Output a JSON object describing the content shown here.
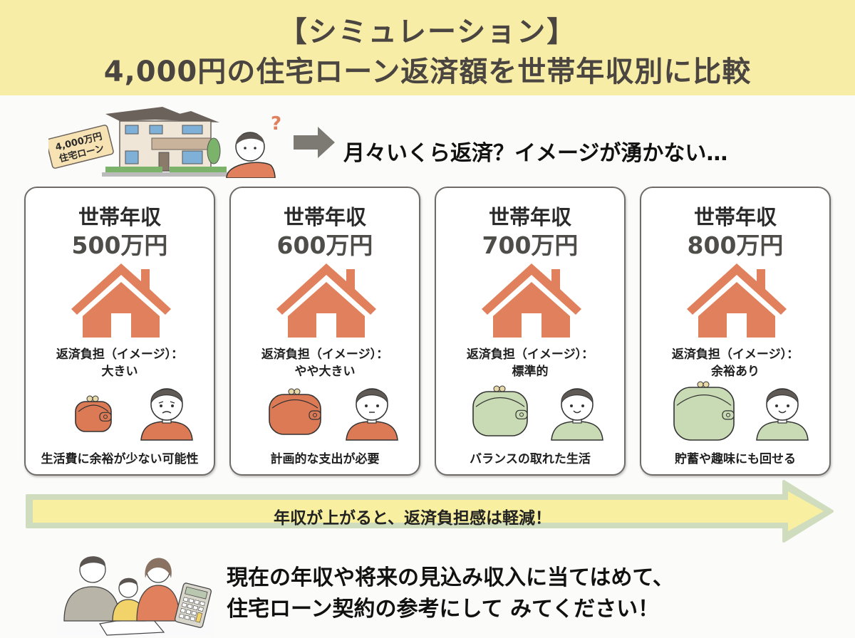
{
  "header": {
    "subtitle": "【シミュレーション】",
    "title": "4,000円の住宅ローン返済額を世帯年収別に比較"
  },
  "intro": {
    "price_tag_line1": "4,000万円",
    "price_tag_line2": "住宅ローン",
    "question_mark": "?",
    "message": "月々いくら返済？イメージが湧かない…"
  },
  "colors": {
    "header_bg": "#f8eda7",
    "house_orange": "#e0805c",
    "wallet_orange": "#dc7a55",
    "wallet_green": "#c9dbb4",
    "arrow_fill": "#f8f0a0",
    "arrow_border": "#cfdcbd",
    "gray_arrow": "#7c7a73"
  },
  "cards": [
    {
      "label": "世帯年収",
      "amount": "500万円",
      "burden_label": "返済負担（イメージ）：",
      "burden_value": "大きい",
      "mood": "worried",
      "wallet_size": "small",
      "wallet_color": "orange",
      "note": "生活費に余裕が少ない可能性"
    },
    {
      "label": "世帯年収",
      "amount": "600万円",
      "burden_label": "返済負担（イメージ）：",
      "burden_value": "やや大きい",
      "mood": "neutral",
      "wallet_size": "medium",
      "wallet_color": "orange",
      "note": "計画的な支出が必要"
    },
    {
      "label": "世帯年収",
      "amount": "700万円",
      "burden_label": "返済負担（イメージ）：",
      "burden_value": "標準的",
      "mood": "smile",
      "wallet_size": "large",
      "wallet_color": "green",
      "note": "バランスの取れた生活"
    },
    {
      "label": "世帯年収",
      "amount": "800万円",
      "burden_label": "返済負担（イメージ）：",
      "burden_value": "余裕あり",
      "mood": "smile",
      "wallet_size": "xlarge",
      "wallet_color": "green",
      "note": "貯蓄や趣味にも回せる"
    }
  ],
  "trend_arrow": {
    "text": "年収が上がると、返済負担感は軽減！"
  },
  "footer": {
    "line1": "現在の年収や将来の見込み収入に当てはめて、",
    "line2": "住宅ローン契約の参考にして みてください！"
  }
}
